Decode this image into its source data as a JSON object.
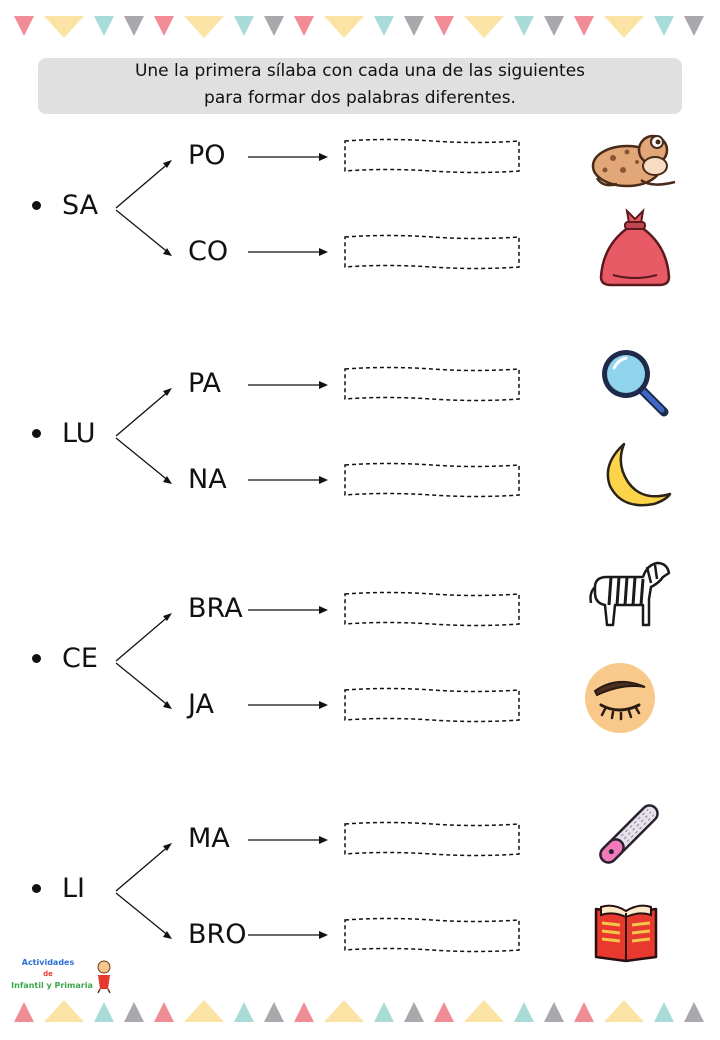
{
  "instruction": {
    "line1": "Une la primera sílaba con cada una de las siguientes",
    "line2": "para formar dos palabras diferentes."
  },
  "groups": [
    {
      "root": "SA",
      "first": "PO",
      "second": "CO",
      "pictures": [
        "toad-picture",
        "sack-picture"
      ]
    },
    {
      "root": "LU",
      "first": "PA",
      "second": "NA",
      "pictures": [
        "magnifying-glass-picture",
        "moon-picture"
      ]
    },
    {
      "root": "CE",
      "first": "BRA",
      "second": "JA",
      "pictures": [
        "zebra-picture",
        "eyebrow-picture"
      ]
    },
    {
      "root": "LI",
      "first": "MA",
      "second": "BRO",
      "pictures": [
        "nail-file-picture",
        "book-picture"
      ]
    }
  ],
  "logo": {
    "line1": "Actividades",
    "line2": "de",
    "line3": "Infantil y Primaria"
  },
  "colors": {
    "pennant_pink": "#f08c96",
    "pennant_yellow": "#fbe3a6",
    "pennant_teal": "#a9dcd8",
    "pennant_grey": "#a8a8ad",
    "instruction_bg": "#e0e0e0"
  }
}
